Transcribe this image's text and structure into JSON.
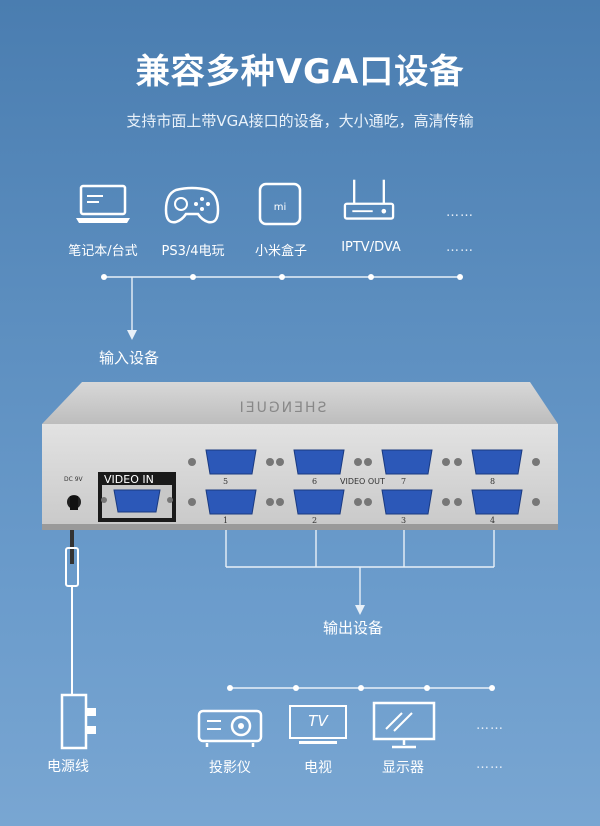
{
  "header": {
    "title": "兼容多种VGA口设备",
    "subtitle": "支持市面上带VGA接口的设备，大小通吃，高清传输"
  },
  "inputs": {
    "devices": [
      {
        "label": "笔记本/台式",
        "icon": "laptop-icon"
      },
      {
        "label": "PS3/4电玩",
        "icon": "gamepad-icon"
      },
      {
        "label": "小米盒子",
        "icon": "tv-box-icon"
      },
      {
        "label": "IPTV/DVA",
        "icon": "router-icon"
      }
    ],
    "more": "……",
    "section_label": "输入设备"
  },
  "device": {
    "brand": "SHENGUEI",
    "video_in": "VIDEO IN",
    "video_out": "VIDEO OUT",
    "power": "DC 9V",
    "top_ports": [
      "5",
      "6",
      "7",
      "8"
    ],
    "bottom_ports": [
      "1",
      "2",
      "3",
      "4"
    ]
  },
  "outputs": {
    "section_label": "输出设备",
    "devices": [
      {
        "label": "投影仪",
        "icon": "projector-icon"
      },
      {
        "label": "电视",
        "icon": "tv-icon",
        "screen_text": "TV"
      },
      {
        "label": "显示器",
        "icon": "monitor-icon"
      }
    ],
    "more": "……"
  },
  "power": {
    "label": "电源线"
  },
  "colors": {
    "background_top": "#4a7db0",
    "background_bottom": "#79a6d2",
    "port_blue": "#2c58b8",
    "line": "#e8f0f8"
  }
}
